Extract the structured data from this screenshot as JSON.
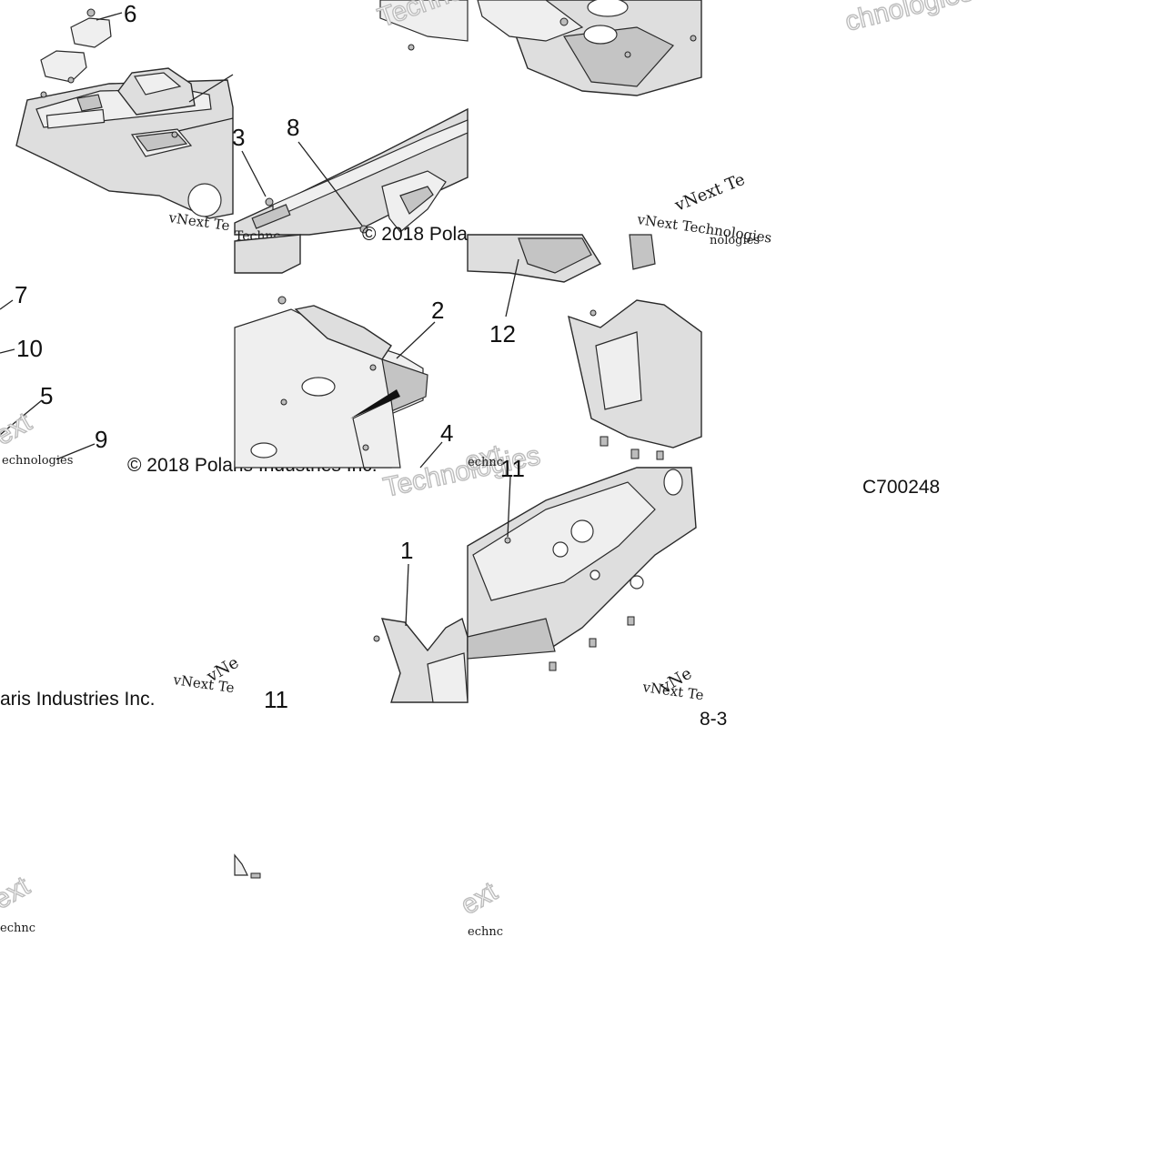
{
  "diagram": {
    "callouts": {
      "c1": "1",
      "c2": "2",
      "c3": "3",
      "c4": "4",
      "c5": "5",
      "c6": "6",
      "c7": "7",
      "c8": "8",
      "c9": "9",
      "c10": "10",
      "c11a": "11",
      "c11b": "11",
      "c12": "12"
    },
    "figure_code": "C700248",
    "page_number": "8-3",
    "copyright": {
      "full": "© 2018 Polaris Industries Inc.",
      "fragment_top": "© 2018 Pola",
      "fragment_bottom": "aris Industries Inc."
    },
    "watermarks": {
      "small_text": "vNext Technologies",
      "big_text": "Technologies",
      "fragments": [
        "vNext Te",
        "vNe",
        "vNext Te",
        "nologies",
        "ext",
        "echnologies",
        "Technc",
        "chnologies",
        "ext",
        "echnc",
        "ext",
        "echnc"
      ]
    }
  }
}
